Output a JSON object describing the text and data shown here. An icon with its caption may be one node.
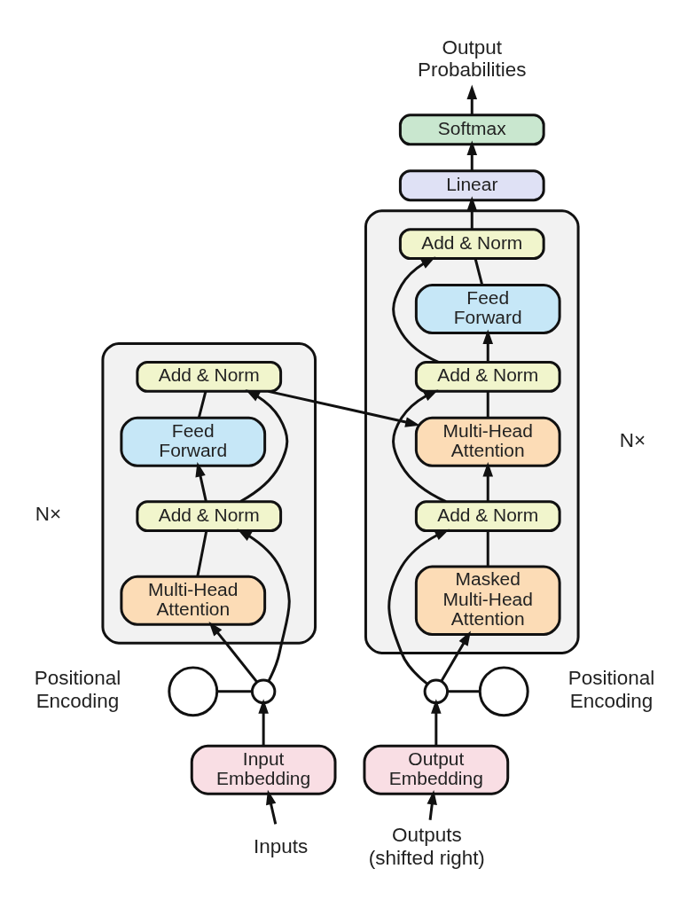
{
  "diagram": {
    "nodes": [
      {
        "text": [],
        "shape": "box",
        "beside": [
          "N×"
        ]
      },
      {
        "text": [
          "Add & Norm"
        ],
        "in": 0
      },
      {
        "text": [
          "Feed Forward"
        ],
        "in": 0
      },
      {
        "text": [
          "Add & Norm"
        ],
        "in": 0
      },
      {
        "text": [
          "Multi-Head Attention"
        ],
        "in": 0
      },
      {
        "text": [],
        "shape": "circle",
        "beside": [
          "Positional Encoding"
        ]
      },
      {
        "text": [],
        "shape": "circle"
      },
      {
        "text": [
          "Input Embedding"
        ]
      },
      {
        "text": [
          "Inputs"
        ]
      },
      {
        "text": [
          "Output Probabilities"
        ]
      },
      {
        "text": [
          "Softmax"
        ]
      },
      {
        "text": [
          "Linear"
        ]
      },
      {
        "text": [],
        "shape": "box",
        "beside": [
          "N×"
        ]
      },
      {
        "text": [
          "Add & Norm"
        ],
        "in": 12
      },
      {
        "text": [
          "Feed Forward"
        ],
        "in": 12
      },
      {
        "text": [
          "Add & Norm"
        ],
        "in": 12
      },
      {
        "text": [
          "Multi-Head Attention"
        ],
        "in": 12
      },
      {
        "text": [
          "Add & Norm"
        ],
        "in": 12
      },
      {
        "text": [
          "Masked Multi-Head Attention"
        ],
        "in": 12
      },
      {
        "text": [],
        "shape": "circle"
      },
      {
        "text": [],
        "shape": "circle",
        "beside": [
          "Positional Encoding"
        ]
      },
      {
        "text": [
          "Output Embedding"
        ]
      },
      {
        "text": [
          "Outputs (shifted right)"
        ]
      }
    ],
    "edges": [
      {
        "from": 8,
        "to": 7,
        "arrow": "to"
      },
      {
        "from": 7,
        "to": 6,
        "arrow": "to"
      },
      {
        "from": 5,
        "to": 6,
        "arrow": "none"
      },
      {
        "from": 6,
        "to": 4,
        "arrow": "to"
      },
      {
        "from": 6,
        "to": 3,
        "arrow": "to"
      },
      {
        "from": 4,
        "to": 3,
        "arrow": "none"
      },
      {
        "from": 3,
        "to": 2,
        "arrow": "to"
      },
      {
        "from": 3,
        "to": 1,
        "arrow": "to"
      },
      {
        "from": 2,
        "to": 1,
        "arrow": "none"
      },
      {
        "from": 1,
        "to": 16,
        "arrow": "to"
      },
      {
        "from": 22,
        "to": 21,
        "arrow": "to"
      },
      {
        "from": 21,
        "to": 19,
        "arrow": "to"
      },
      {
        "from": 19,
        "to": 20,
        "arrow": "none"
      },
      {
        "from": 19,
        "to": 18,
        "arrow": "to"
      },
      {
        "from": 19,
        "to": 17,
        "arrow": "to"
      },
      {
        "from": 18,
        "to": 17,
        "arrow": "none"
      },
      {
        "from": 17,
        "to": 16,
        "arrow": "to"
      },
      {
        "from": 17,
        "to": 15,
        "arrow": "to"
      },
      {
        "from": 16,
        "to": 15,
        "arrow": "none"
      },
      {
        "from": 15,
        "to": 14,
        "arrow": "to"
      },
      {
        "from": 15,
        "to": 13,
        "arrow": "to"
      },
      {
        "from": 14,
        "to": 13,
        "arrow": "none"
      },
      {
        "from": 13,
        "to": 11,
        "arrow": "to"
      },
      {
        "from": 11,
        "to": 10,
        "arrow": "to"
      },
      {
        "from": 10,
        "to": 9,
        "arrow": "to"
      }
    ]
  }
}
